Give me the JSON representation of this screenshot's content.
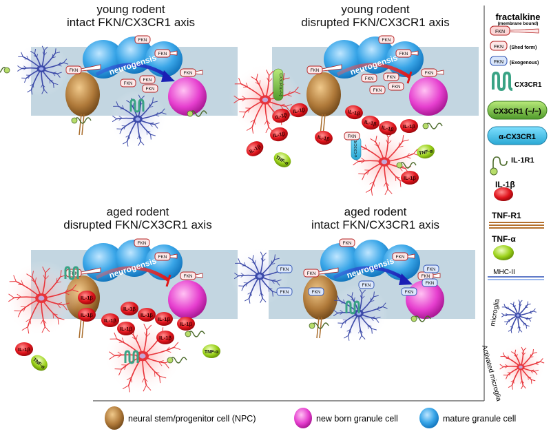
{
  "panels": [
    {
      "title_line1": "young rodent",
      "title_line2": "intact FKN/CX3CR1 axis",
      "arrow_label": "neurogensis"
    },
    {
      "title_line1": "young rodent",
      "title_line2": "disrupted FKN/CX3CR1 axis",
      "arrow_label": "neurogensis"
    },
    {
      "title_line1": "aged rodent",
      "title_line2": "disrupted FKN/CX3CR1 axis",
      "arrow_label": "neurogensis"
    },
    {
      "title_line1": "aged rodent",
      "title_line2": "intact FKN/CX3CR1 axis",
      "arrow_label": "neurogensis"
    }
  ],
  "labels": {
    "fkn": "FKN",
    "il1b": "IL-1β",
    "tnfa": "TNF-α",
    "cx3cr1_ko_small": "CX3CR1(−/−)",
    "anti_cx3cr1_small": "α-CX3CR1"
  },
  "sidebar": {
    "fractalkine": "fractalkine",
    "membrane_bound": "(membrane bound)",
    "shed_form": "(Shed form)",
    "exogenous": "(Exogenous)",
    "cx3cr1": "CX3CR1",
    "cx3cr1_ko": "CX3CR1 (−/−)",
    "anti_cx3cr1": "α-CX3CR1",
    "il1r1": "IL-1R1",
    "il1b": "IL-1β",
    "tnfr1": "TNF-R1",
    "tnfa": "TNF-α",
    "mhc2": "MHC-II",
    "microglia": "microglia",
    "activated_microglia": "Activated microglia"
  },
  "legend": {
    "npc": "neural stem/progenitor cell (NPC)",
    "newborn": "new born granule cell",
    "mature": "mature granule cell"
  },
  "colors": {
    "mature": "#3aa6e8",
    "npc": "#b07a3a",
    "newborn": "#e63fcf",
    "il1b": "#e0141c",
    "tnfa": "#9bd11a",
    "microglia": "#3b49a8",
    "activated": "#e8343a",
    "cx3cr1": "#3aa385",
    "band": "#b9cfdc"
  }
}
